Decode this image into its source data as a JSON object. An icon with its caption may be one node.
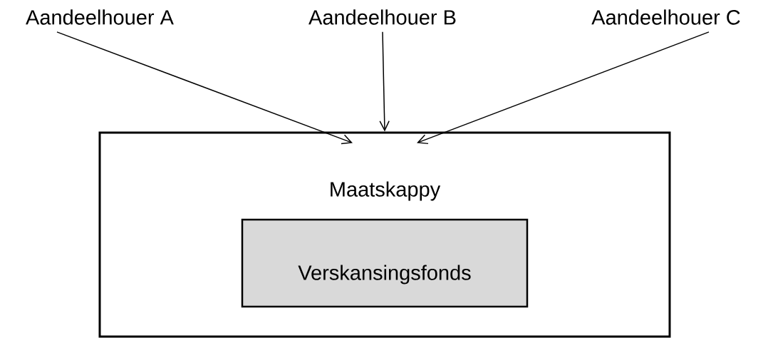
{
  "diagram": {
    "nodes": [
      {
        "text": [
          "Aandeelhouer A"
        ]
      },
      {
        "text": [
          "Aandeelhouer B"
        ]
      },
      {
        "text": [
          "Aandeelhouer C"
        ]
      },
      {
        "text": [
          "Maatskappy"
        ]
      },
      {
        "text": [
          "Verskansingsfonds"
        ],
        "in": 3
      }
    ],
    "edges": [
      {
        "from": 0,
        "to": 3,
        "arrow": "to"
      },
      {
        "from": 1,
        "to": 3,
        "arrow": "to"
      },
      {
        "from": 2,
        "to": 3,
        "arrow": "to"
      }
    ]
  }
}
